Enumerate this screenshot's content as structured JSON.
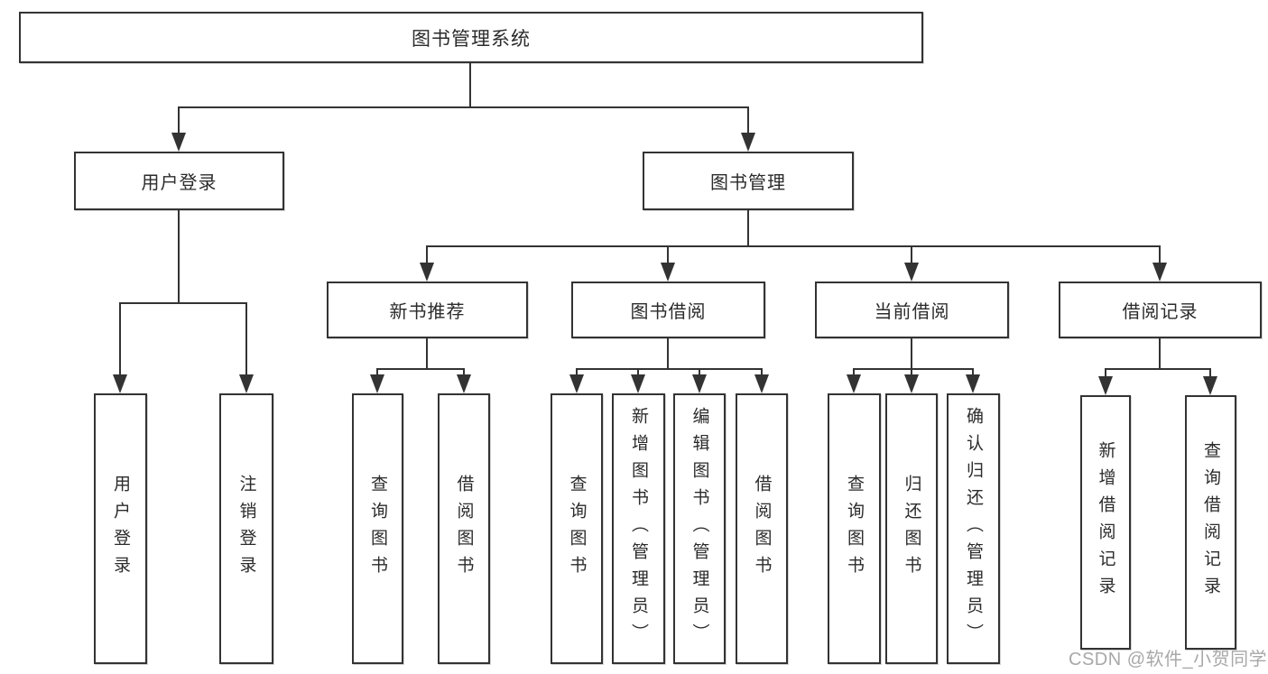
{
  "diagram": {
    "title": "图书管理系统",
    "root": {
      "label": "图书管理系统"
    },
    "level2": [
      {
        "label": "用户登录"
      },
      {
        "label": "图书管理"
      }
    ],
    "level3": [
      {
        "label": "新书推荐"
      },
      {
        "label": "图书借阅"
      },
      {
        "label": "当前借阅"
      },
      {
        "label": "借阅记录"
      }
    ],
    "leaves": {
      "user_login": [
        "用户登录",
        "注销登录"
      ],
      "new_book": [
        "查询图书",
        "借阅图书"
      ],
      "book_borrow": [
        "查询图书",
        "新增图书（管理员）",
        "编辑图书（管理员）",
        "借阅图书"
      ],
      "current_borrow": [
        "查询图书",
        "归还图书",
        "确认归还（管理员）"
      ],
      "borrow_record": [
        "新增借阅记录",
        "查询借阅记录"
      ]
    }
  },
  "watermark": {
    "text": "CSDN @软件_小贺同学"
  },
  "colors": {
    "line": "#333333",
    "text": "#2b2b2b",
    "background": "#ffffff",
    "watermark": "#a8a8a8"
  }
}
